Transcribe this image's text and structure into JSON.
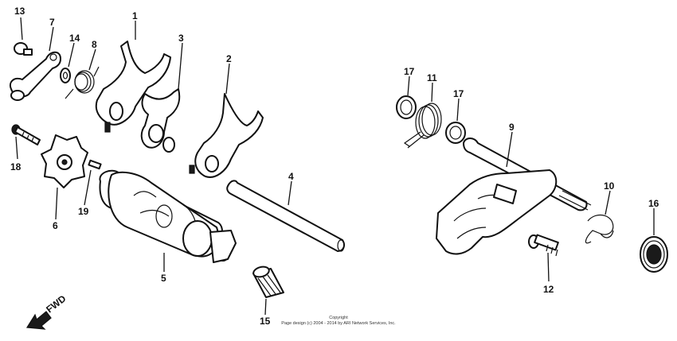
{
  "callouts": [
    {
      "number": "13"
    },
    {
      "number": "7"
    },
    {
      "number": "14"
    },
    {
      "number": "8"
    },
    {
      "number": "1"
    },
    {
      "number": "3"
    },
    {
      "number": "2"
    },
    {
      "number": "18"
    },
    {
      "number": "6"
    },
    {
      "number": "19"
    },
    {
      "number": "5"
    },
    {
      "number": "4"
    },
    {
      "number": "15"
    },
    {
      "number": "17"
    },
    {
      "number": "11"
    },
    {
      "number": "17"
    },
    {
      "number": "9"
    },
    {
      "number": "10"
    },
    {
      "number": "16"
    },
    {
      "number": "12"
    }
  ],
  "direction": {
    "label": "FWD"
  },
  "copyright": {
    "line1": "Copyright",
    "line2": "Page design (c) 2004 - 2014 by ARI Network Services, Inc."
  }
}
